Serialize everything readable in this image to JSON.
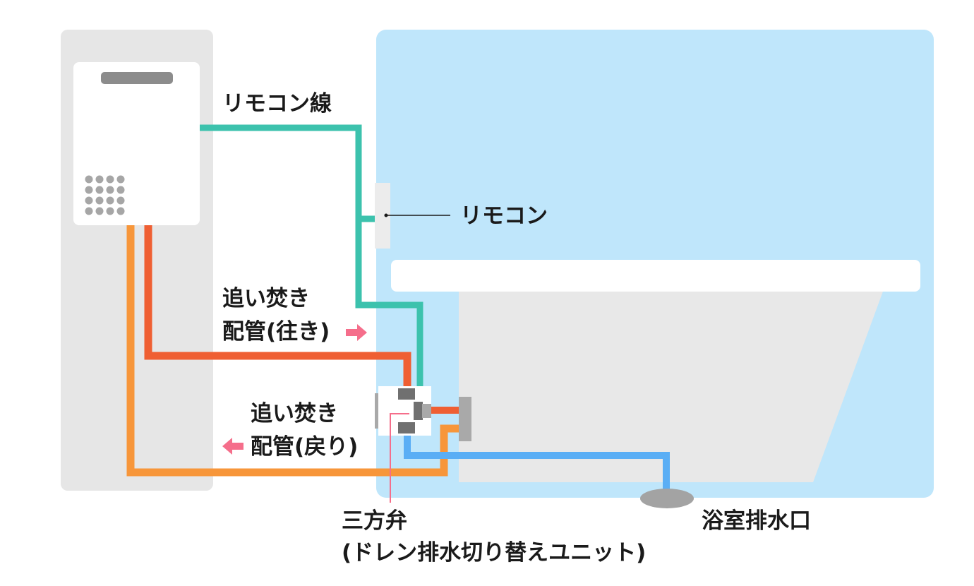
{
  "labels": {
    "remote_cable": "リモコン線",
    "remote": "リモコン",
    "reheat_supply_line1": "追い焚き",
    "reheat_supply_line2": "配管(往き)",
    "reheat_return_line1": "追い焚き",
    "reheat_return_line2": "配管(戻り)",
    "valve_line1": "三方弁",
    "valve_line2": "(ドレン排水切り替えユニット)",
    "drain": "浴室排水口"
  },
  "colors": {
    "outdoor_wall": "#e6e6e6",
    "bathroom": "#bfe6fb",
    "heater": "#ffffff",
    "remote_panel": "#ececec",
    "tub_rim": "#ffffff",
    "tub_body": "#e8e8e8",
    "remote_cable": "#3cc2ad",
    "supply_pipe": "#ef5f33",
    "return_pipe": "#f7963a",
    "drain_pipe": "#5aaef5",
    "arrow": "#f56e8b",
    "fitting": "#707070",
    "fitting_light": "#a9a9a9",
    "drain_outlet": "#a3a3a3"
  },
  "icons": {
    "supply_arrow": "arrow-right-icon",
    "return_arrow": "arrow-left-icon"
  }
}
